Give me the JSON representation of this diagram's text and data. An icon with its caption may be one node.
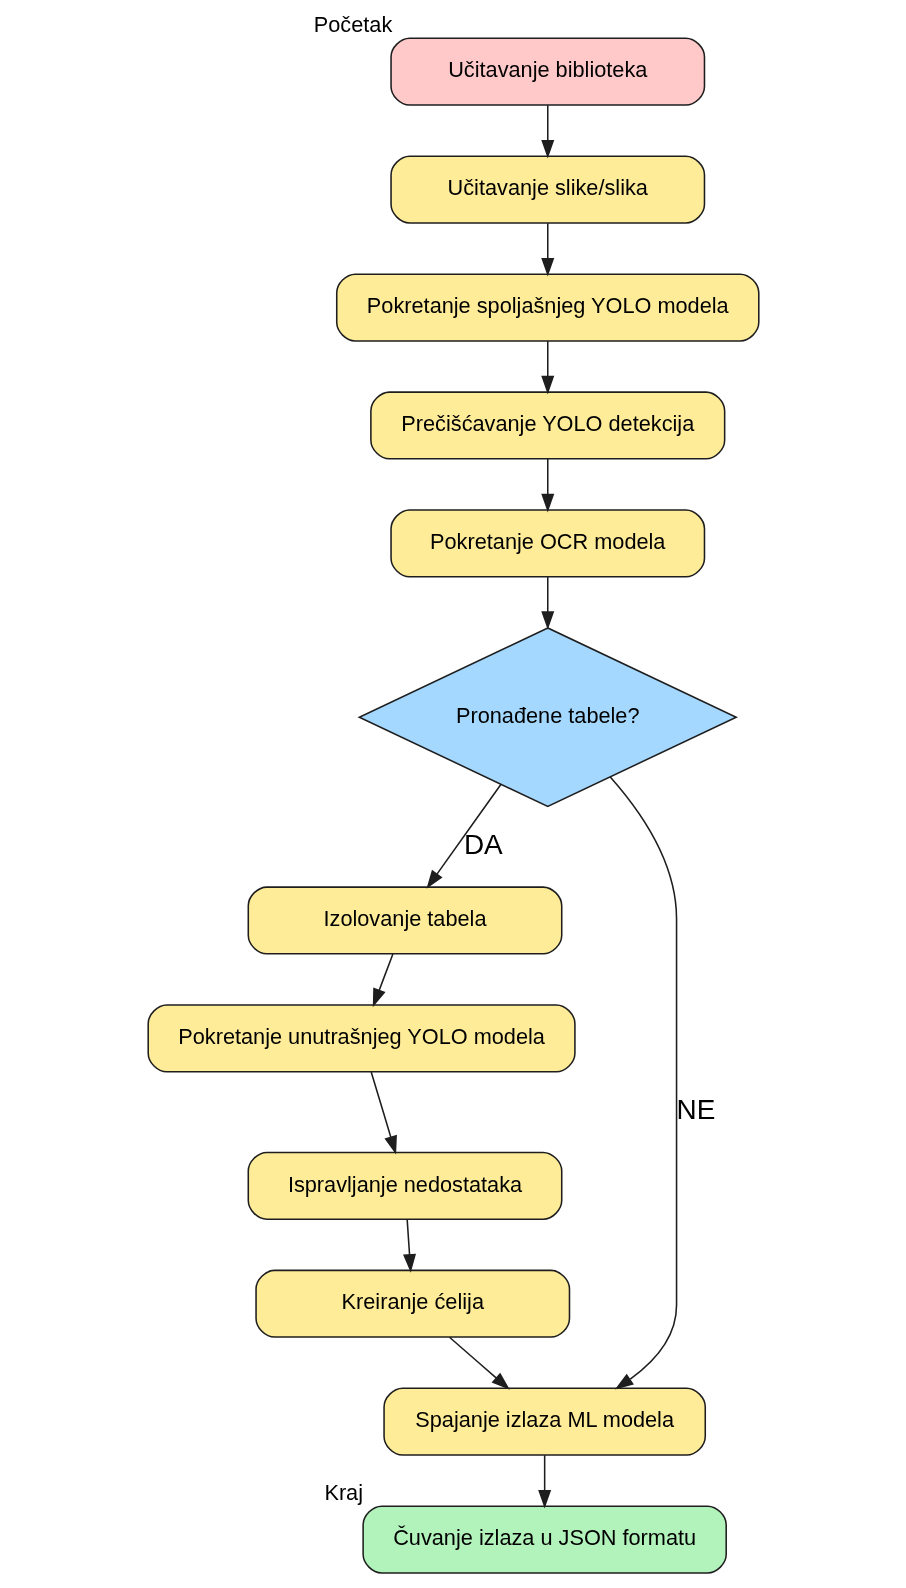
{
  "diagram": {
    "nodes": [
      {
        "text": [
          "Učitavanje biblioteka"
        ],
        "beside": [
          "Početak"
        ]
      },
      {
        "text": [
          "Učitavanje slike/slika"
        ]
      },
      {
        "text": [
          "Pokretanje spoljašnjeg YOLO modela"
        ]
      },
      {
        "text": [
          "Prečišćavanje YOLO detekcija"
        ]
      },
      {
        "text": [
          "Pokretanje OCR modela"
        ]
      },
      {
        "text": [
          "Pronađene tabele?"
        ]
      },
      {
        "text": [
          "Izolovanje tabela"
        ]
      },
      {
        "text": [
          "Pokretanje unutrašnjeg YOLO modela"
        ]
      },
      {
        "text": [
          "Ispravljanje nedostataka"
        ]
      },
      {
        "text": [
          "Kreiranje ćelija"
        ]
      },
      {
        "text": [
          "Spajanje izlaza ML modela"
        ]
      },
      {
        "text": [
          "Čuvanje izlaza u JSON formatu"
        ],
        "beside": [
          "Kraj"
        ]
      }
    ],
    "edges": [
      {
        "from": 0,
        "to": 1,
        "arrow": "to"
      },
      {
        "from": 1,
        "to": 2,
        "arrow": "to"
      },
      {
        "from": 2,
        "to": 3,
        "arrow": "to"
      },
      {
        "from": 3,
        "to": 4,
        "arrow": "to"
      },
      {
        "from": 4,
        "to": 5,
        "arrow": "to"
      },
      {
        "from": 5,
        "to": 6,
        "label": "DA",
        "arrow": "to"
      },
      {
        "from": 6,
        "to": 7,
        "arrow": "to"
      },
      {
        "from": 7,
        "to": 8,
        "arrow": "to"
      },
      {
        "from": 8,
        "to": 9,
        "arrow": "to"
      },
      {
        "from": 9,
        "to": 10,
        "arrow": "to"
      },
      {
        "from": 5,
        "to": 10,
        "label": "NE",
        "arrow": "to"
      },
      {
        "from": 10,
        "to": 11,
        "arrow": "to"
      }
    ]
  }
}
